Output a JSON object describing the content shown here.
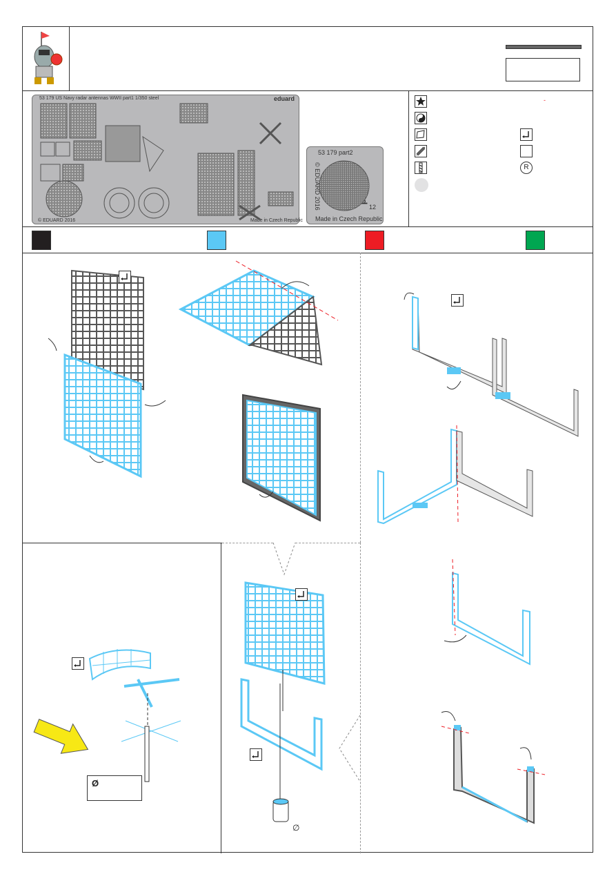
{
  "fret1": {
    "header": "53 179   US Navy radar antennas WWII  part1   1/350   steel",
    "brand": "eduard",
    "copyright": "© EDUARD 2016",
    "made_in": "Made in Czech Republic"
  },
  "fret2": {
    "header": "53 179  part2",
    "brand": "eduard",
    "copyright": "© EDUARD 2016",
    "made_in": "Made in Czech Republic",
    "part_number": "12"
  },
  "legend": {
    "colors": {
      "black": "#231f20",
      "blue": "#5bc8f5",
      "red": "#ed1c24",
      "green": "#00a651"
    },
    "icons": [
      "star-icon",
      "yin-yang-icon",
      "paper-icon",
      "file-icon",
      "drill-icon",
      "bend-icon",
      "blank-box-icon",
      "registered-icon",
      "grey-dot-icon"
    ],
    "red_mark": "-"
  },
  "diagram": {
    "diameter_symbol": "∅",
    "diameter_box_symbol": "Ø"
  }
}
